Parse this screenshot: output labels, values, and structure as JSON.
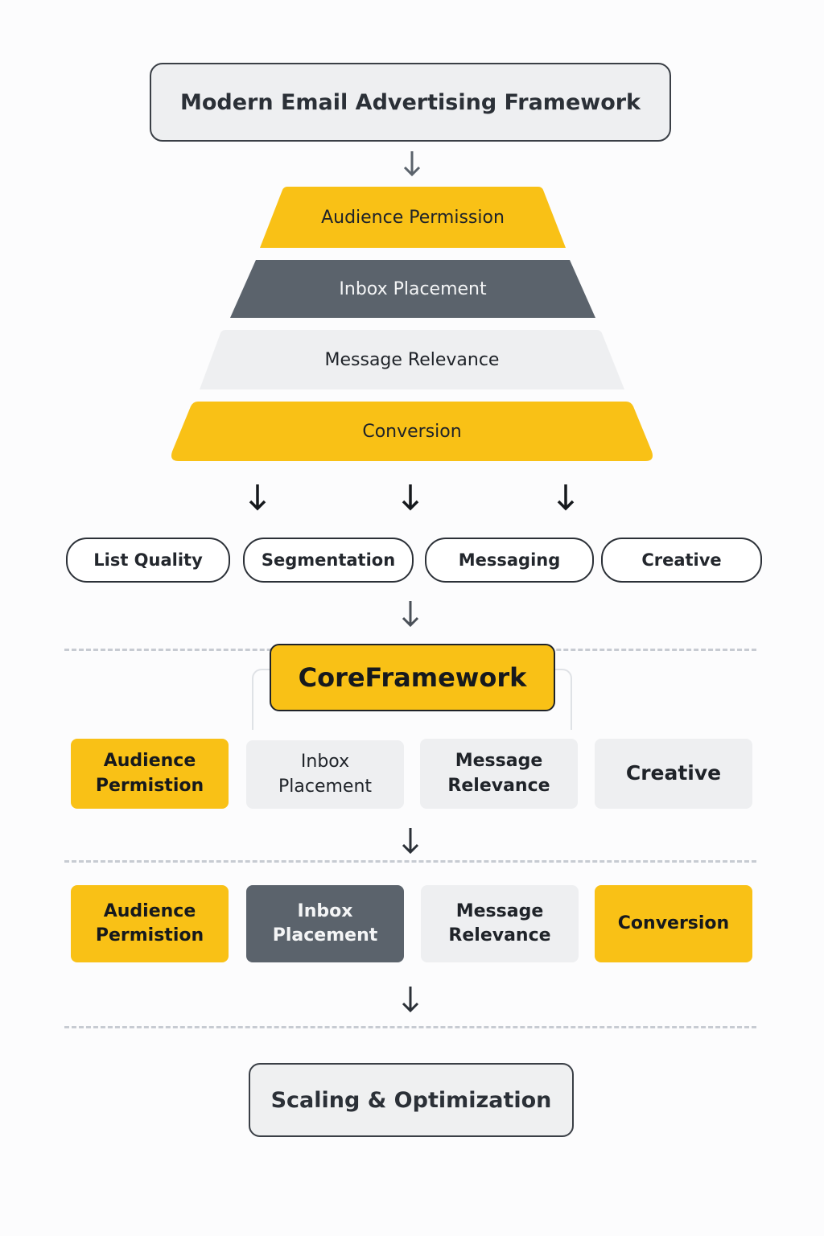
{
  "title": "Modern Email Advertising Framework",
  "colors": {
    "accent_yellow": "#f9c116",
    "dark_gray": "#5b636c",
    "light_gray": "#eeeff1",
    "outline": "#2b3037",
    "divider": "#c7cbd2"
  },
  "funnel": {
    "tiers": [
      {
        "label": "Audience Permission",
        "color": "yellow"
      },
      {
        "label": "Inbox Placement",
        "color": "dark"
      },
      {
        "label": "Message Relevance",
        "color": "light"
      },
      {
        "label": "Conversion",
        "color": "yellow"
      }
    ]
  },
  "pills": [
    {
      "label": "List Quality"
    },
    {
      "label": "Segmentation"
    },
    {
      "label": "Messaging"
    },
    {
      "label": "Creative"
    }
  ],
  "core": {
    "label": "CoreFramework",
    "row1": [
      {
        "label": "Audience Permistion",
        "style": "yellow"
      },
      {
        "label": "Inbox Placement",
        "style": "light"
      },
      {
        "label": "Message Relevance",
        "style": "light bold"
      },
      {
        "label": "Creative",
        "style": "light bold"
      }
    ],
    "row2": [
      {
        "label": "Audience Permistion",
        "style": "yellow"
      },
      {
        "label": "Inbox Placement",
        "style": "dark"
      },
      {
        "label": "Message Relevance",
        "style": "light bold"
      },
      {
        "label": "Conversion",
        "style": "yellow"
      }
    ]
  },
  "final": {
    "label": "Scaling & Optimization"
  },
  "icons": {
    "arrow": "arrow-down-icon"
  }
}
